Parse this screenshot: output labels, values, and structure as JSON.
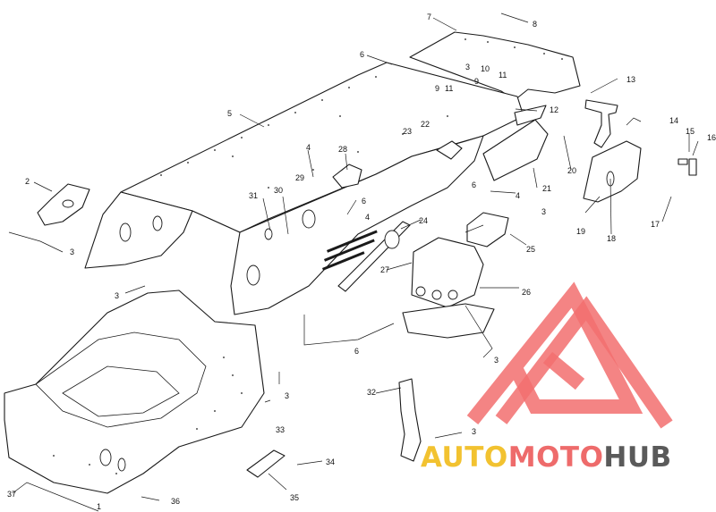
{
  "callouts": [
    {
      "id": "c1",
      "text": "1"
    },
    {
      "id": "c2",
      "text": "2"
    },
    {
      "id": "c3a",
      "text": "3"
    },
    {
      "id": "c3b",
      "text": "3"
    },
    {
      "id": "c3c",
      "text": "3"
    },
    {
      "id": "c3d",
      "text": "3"
    },
    {
      "id": "c3e",
      "text": "3"
    },
    {
      "id": "c3f",
      "text": "3"
    },
    {
      "id": "c3g",
      "text": "3"
    },
    {
      "id": "c4a",
      "text": "4"
    },
    {
      "id": "c4b",
      "text": "4"
    },
    {
      "id": "c4c",
      "text": "4"
    },
    {
      "id": "c5",
      "text": "5"
    },
    {
      "id": "c6a",
      "text": "6"
    },
    {
      "id": "c6b",
      "text": "6"
    },
    {
      "id": "c6c",
      "text": "6"
    },
    {
      "id": "c6d",
      "text": "6"
    },
    {
      "id": "c7",
      "text": "7"
    },
    {
      "id": "c8",
      "text": "8"
    },
    {
      "id": "c9a",
      "text": "9"
    },
    {
      "id": "c9b",
      "text": "9"
    },
    {
      "id": "c10",
      "text": "10"
    },
    {
      "id": "c11a",
      "text": "11"
    },
    {
      "id": "c11b",
      "text": "11"
    },
    {
      "id": "c12",
      "text": "12"
    },
    {
      "id": "c13",
      "text": "13"
    },
    {
      "id": "c14",
      "text": "14"
    },
    {
      "id": "c15",
      "text": "15"
    },
    {
      "id": "c16",
      "text": "16"
    },
    {
      "id": "c17",
      "text": "17"
    },
    {
      "id": "c18",
      "text": "18"
    },
    {
      "id": "c19",
      "text": "19"
    },
    {
      "id": "c20",
      "text": "20"
    },
    {
      "id": "c21",
      "text": "21"
    },
    {
      "id": "c22",
      "text": "22"
    },
    {
      "id": "c23",
      "text": "23"
    },
    {
      "id": "c24",
      "text": "24"
    },
    {
      "id": "c25",
      "text": "25"
    },
    {
      "id": "c26",
      "text": "26"
    },
    {
      "id": "c27",
      "text": "27"
    },
    {
      "id": "c28",
      "text": "28"
    },
    {
      "id": "c29",
      "text": "29"
    },
    {
      "id": "c30",
      "text": "30"
    },
    {
      "id": "c31",
      "text": "31"
    },
    {
      "id": "c32",
      "text": "32"
    },
    {
      "id": "c33",
      "text": "33"
    },
    {
      "id": "c34",
      "text": "34"
    },
    {
      "id": "c35",
      "text": "35"
    },
    {
      "id": "c36",
      "text": "36"
    },
    {
      "id": "c37",
      "text": "37"
    }
  ],
  "watermark": {
    "part1": "AUTO",
    "part2": "MOTO",
    "part3": "HUB",
    "color_auto": "#f2c230",
    "color_moto": "#ee6b6b",
    "color_hub": "#5a5a5a",
    "logo_color": "#f26f6f",
    "logo_icon": "stylized-a-m-triangle-logo"
  },
  "colors": {
    "line": "#1a1a1a",
    "background": "#ffffff"
  }
}
